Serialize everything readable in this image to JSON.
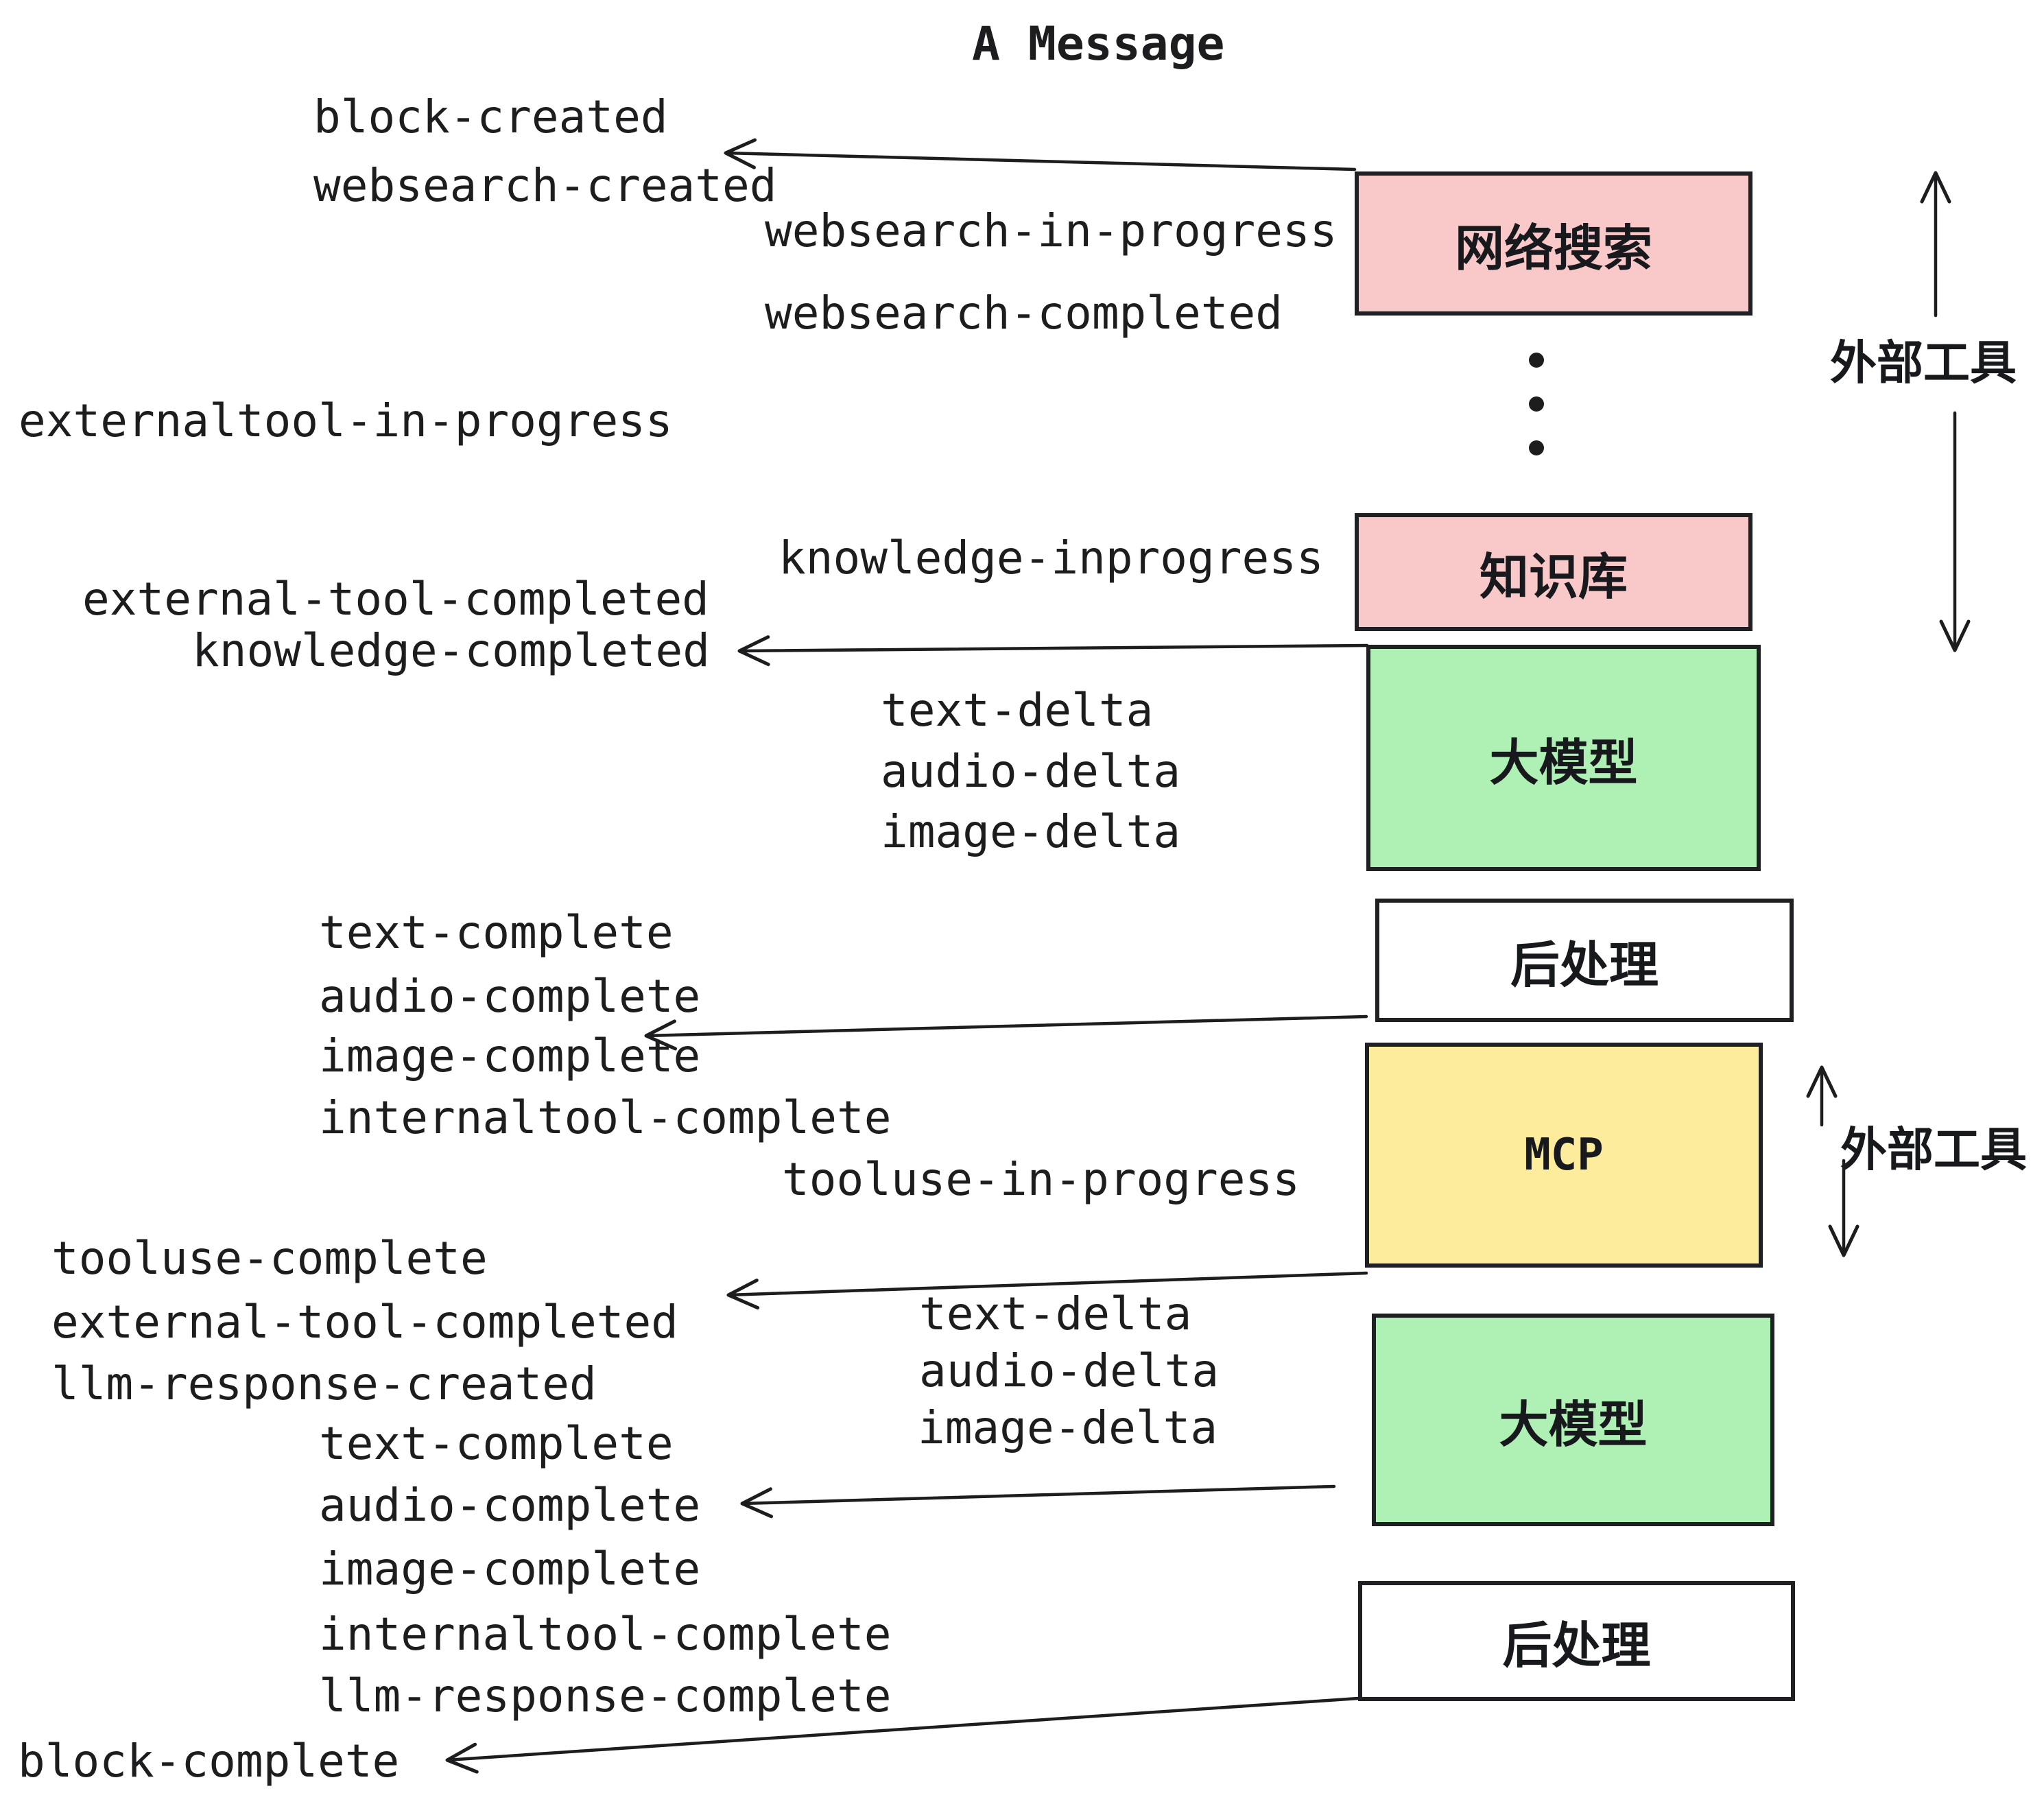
{
  "title": "A Message",
  "colors": {
    "box_pink": "#f9c8c8",
    "box_green": "#aff0b5",
    "box_yellow": "#fdec9b",
    "box_white": "#ffffff",
    "ink": "#1d1d1f"
  },
  "boxes": [
    {
      "id": "websearch",
      "label": "网络搜索",
      "color": "#f9c8c8"
    },
    {
      "id": "knowledge",
      "label": "知识库",
      "color": "#f9c8c8"
    },
    {
      "id": "llm-1",
      "label": "大模型",
      "color": "#aff0b5"
    },
    {
      "id": "postprocess-1",
      "label": "后处理",
      "color": "#ffffff"
    },
    {
      "id": "mcp",
      "label": "MCP",
      "color": "#fdec9b"
    },
    {
      "id": "llm-2",
      "label": "大模型",
      "color": "#aff0b5"
    },
    {
      "id": "postprocess-2",
      "label": "后处理",
      "color": "#ffffff"
    }
  ],
  "annotations": [
    {
      "id": "external-tools-top",
      "label": "外部工具"
    },
    {
      "id": "external-tools-mcp",
      "label": "外部工具"
    }
  ],
  "events": [
    {
      "text": "block-created"
    },
    {
      "text": "websearch-created"
    },
    {
      "text": "websearch-in-progress"
    },
    {
      "text": "websearch-completed"
    },
    {
      "text": "externaltool-in-progress"
    },
    {
      "text": "knowledge-inprogress"
    },
    {
      "text": "external-tool-completed"
    },
    {
      "text": "knowledge-completed"
    },
    {
      "text": "text-delta"
    },
    {
      "text": "audio-delta"
    },
    {
      "text": "image-delta"
    },
    {
      "text": "text-complete"
    },
    {
      "text": "audio-complete"
    },
    {
      "text": "image-complete"
    },
    {
      "text": "internaltool-complete"
    },
    {
      "text": "tooluse-in-progress"
    },
    {
      "text": "tooluse-complete"
    },
    {
      "text": "text-delta"
    },
    {
      "text": "external-tool-completed"
    },
    {
      "text": "audio-delta"
    },
    {
      "text": "llm-response-created"
    },
    {
      "text": "image-delta"
    },
    {
      "text": "text-complete"
    },
    {
      "text": "audio-complete"
    },
    {
      "text": "image-complete"
    },
    {
      "text": "internaltool-complete"
    },
    {
      "text": "llm-response-complete"
    },
    {
      "text": "block-complete"
    }
  ]
}
